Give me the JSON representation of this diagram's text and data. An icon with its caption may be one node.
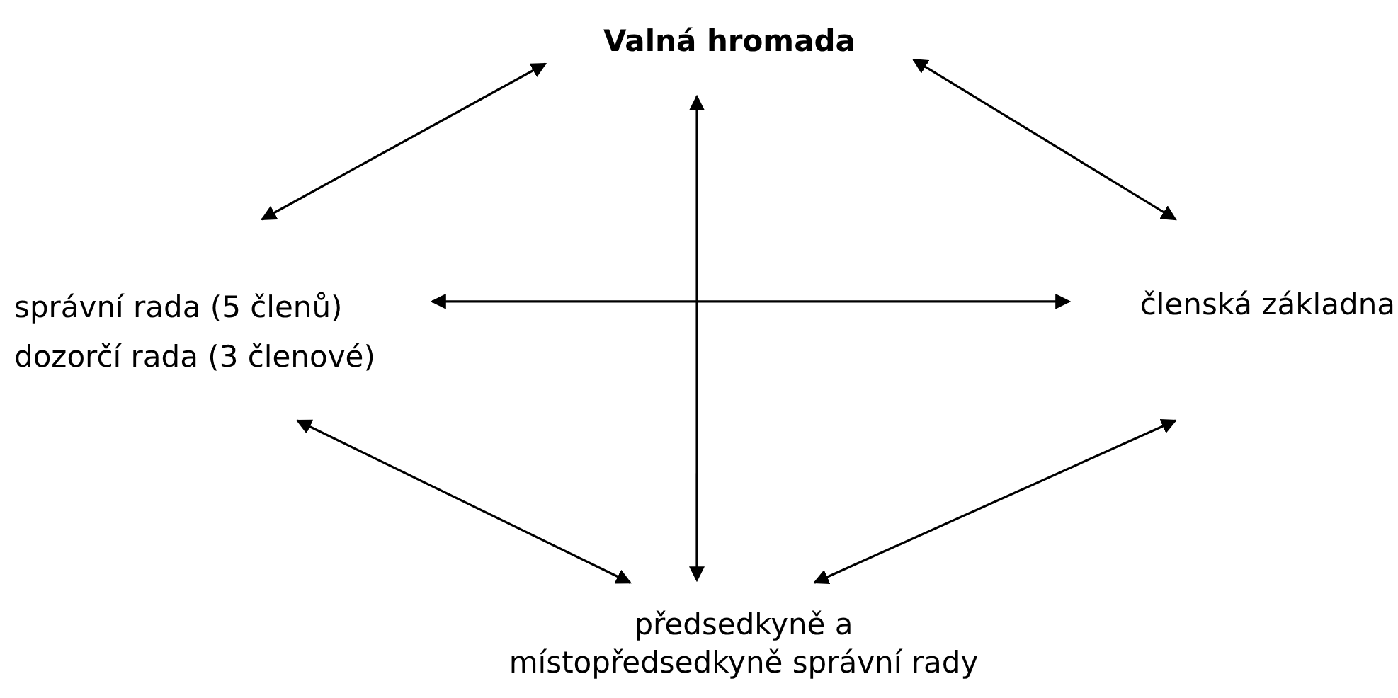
{
  "diagram": {
    "nodes": [
      {
        "text": [
          "Valná hromada"
        ]
      },
      {
        "text": [
          "správní rada (5 členů)",
          "dozorčí rada (3 členové)"
        ]
      },
      {
        "text": [
          "členská základna"
        ]
      },
      {
        "text": [
          "předsedkyně a místopředsedkyně správní rady"
        ]
      }
    ],
    "edges": [
      {
        "from": 0,
        "to": 1,
        "arrow": "both"
      },
      {
        "from": 0,
        "to": 2,
        "arrow": "both"
      },
      {
        "from": 0,
        "to": 3,
        "arrow": "both"
      },
      {
        "from": 1,
        "to": 2,
        "arrow": "both"
      },
      {
        "from": 1,
        "to": 3,
        "arrow": "both"
      },
      {
        "from": 2,
        "to": 3,
        "arrow": "both"
      }
    ]
  }
}
